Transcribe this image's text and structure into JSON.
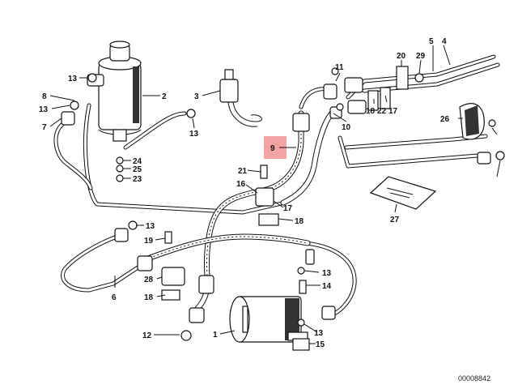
{
  "diagram": {
    "highlight_color": "#f4a3a3",
    "doc_number": "00008842",
    "callouts": [
      {
        "label": "1"
      },
      {
        "label": "2"
      },
      {
        "label": "3"
      },
      {
        "label": "4"
      },
      {
        "label": "5"
      },
      {
        "label": "6"
      },
      {
        "label": "7"
      },
      {
        "label": "8"
      },
      {
        "label": "9"
      },
      {
        "label": "10"
      },
      {
        "label": "11"
      },
      {
        "label": "12"
      },
      {
        "label": "13"
      },
      {
        "label": "13"
      },
      {
        "label": "13"
      },
      {
        "label": "13"
      },
      {
        "label": "13"
      },
      {
        "label": "13"
      },
      {
        "label": "14"
      },
      {
        "label": "15"
      },
      {
        "label": "16"
      },
      {
        "label": "17"
      },
      {
        "label": "17"
      },
      {
        "label": "18"
      },
      {
        "label": "18"
      },
      {
        "label": "18"
      },
      {
        "label": "19"
      },
      {
        "label": "20"
      },
      {
        "label": "21"
      },
      {
        "label": "22"
      },
      {
        "label": "23"
      },
      {
        "label": "24"
      },
      {
        "label": "25"
      },
      {
        "label": "26"
      },
      {
        "label": "27"
      },
      {
        "label": "28"
      },
      {
        "label": "29"
      }
    ]
  }
}
